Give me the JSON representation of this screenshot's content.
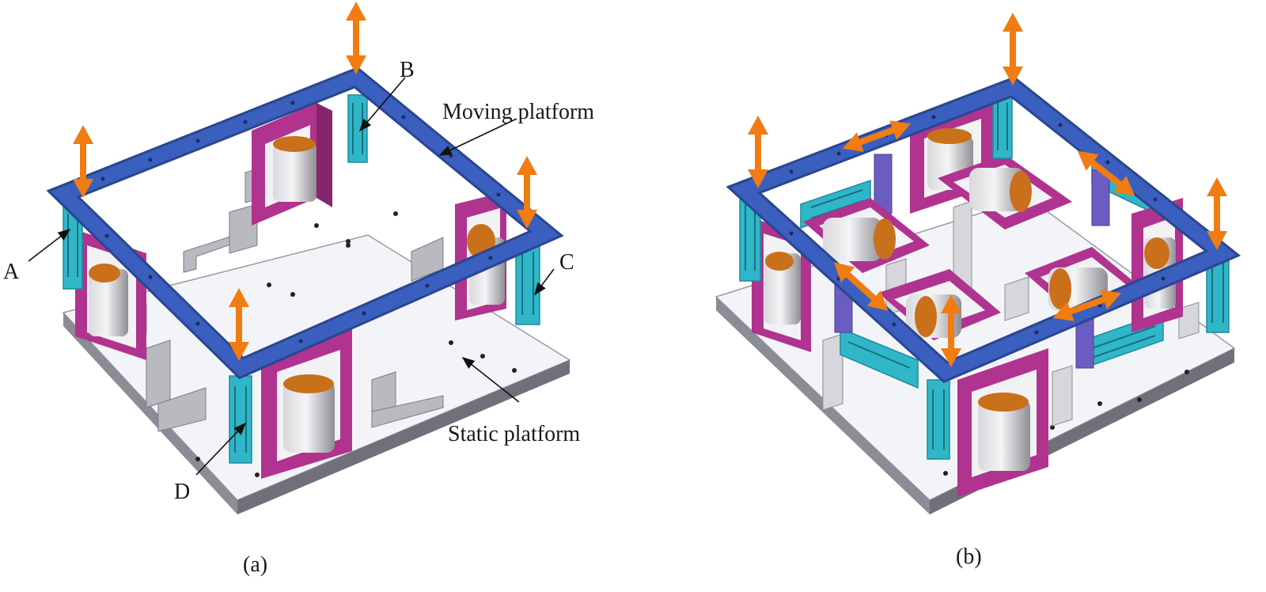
{
  "panel_a": {
    "caption": "(a)",
    "labels": {
      "moving_platform": "Moving platform",
      "static_platform": "Static platform",
      "a": "A",
      "b": "B",
      "c": "C",
      "d": "D"
    }
  },
  "panel_b": {
    "caption": "(b)"
  },
  "colors": {
    "frame_blue": "#3a5fbf",
    "frame_blue_dark": "#2a468f",
    "magenta": "#b0338f",
    "magenta_dark": "#86256c",
    "cyan": "#2fb6c9",
    "cyan_dark": "#1e8b9a",
    "violet": "#6a5cc0",
    "plate_top": "#f3f4f8",
    "plate_side": "#8b8c95",
    "bracket": "#b9b9c0",
    "cylinder": "#a8a8ad",
    "copper": "#c9701a",
    "arrow_orange": "#f07c12"
  }
}
